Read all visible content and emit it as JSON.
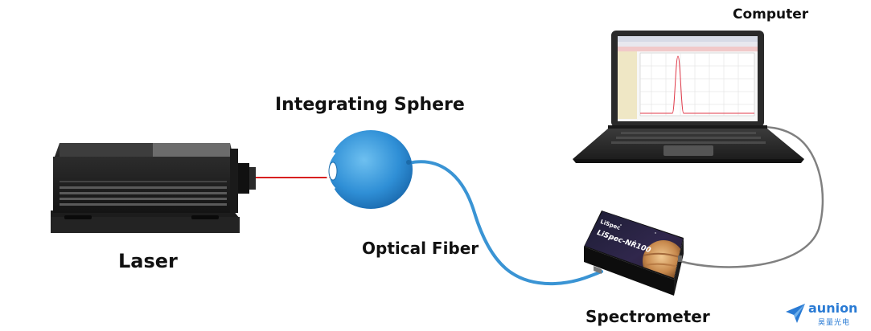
{
  "labels": {
    "laser": "Laser",
    "integrating_sphere": "Integrating Sphere",
    "optical_fiber": "Optical Fiber",
    "spectrometer": "Spectrometer",
    "computer": "Computer"
  },
  "spectrometer_device": {
    "model_text": "LiSpec-NR100",
    "brand_text": "LiSpec"
  },
  "brand": {
    "name": "aunion",
    "sub": "昊量光电"
  },
  "colors": {
    "laser_beam": "#d82020",
    "sphere_blue": "#2f8fd6",
    "fiber_blue": "#3a94d4",
    "cable_gray": "#7d7d7d",
    "brand_blue": "#2a7bd4"
  },
  "icons": {
    "laser": "laser-device-icon",
    "sphere": "integrating-sphere-icon",
    "spectrometer": "spectrometer-device-icon",
    "computer": "laptop-icon",
    "brand_logo": "paper-plane-logo-icon"
  }
}
